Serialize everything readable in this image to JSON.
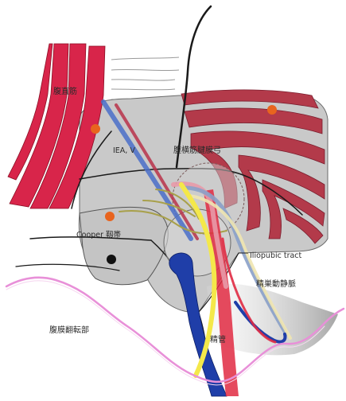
{
  "labels": {
    "rectus": "腹直筋",
    "iea": "IEA, V",
    "transversalis": "腹横筋腱膜弓",
    "cooper": "Cooper 靱帯",
    "iliopubic": "Iliopubic tract",
    "spermatic": "精巣動静脈",
    "peritoneal": "腹膜翻転部",
    "vas": "精管"
  },
  "colors": {
    "rectus_muscle": "#d8254a",
    "transversus_muscle": "#b33a4a",
    "fascia_gray": "#c9c9c9",
    "pubic_bone": "#c4c4c4",
    "vein_blue": "#1f3ea8",
    "artery_red": "#e02a42",
    "vas_yellow": "#f4e84a",
    "peritoneum_pink": "#e890d8",
    "node_orange": "#e8641e",
    "nerve_olive": "#a8a04a"
  }
}
